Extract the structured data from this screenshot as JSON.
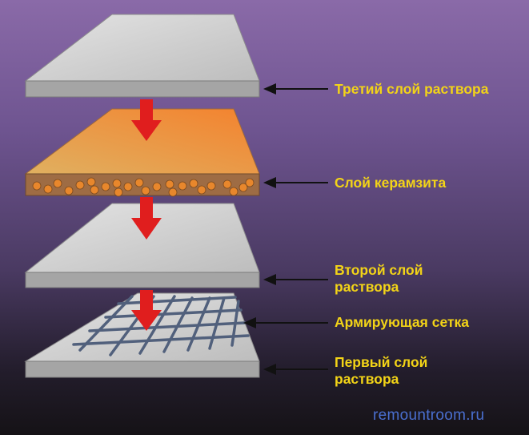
{
  "labels": {
    "third_mortar": "Третий слой раствора",
    "expanded_clay": "Слой керамзита",
    "second_mortar_line1": "Второй слой",
    "second_mortar_line2": "раствора",
    "reinforcing_mesh": "Армирующая сетка",
    "first_mortar_line1": "Первый слой",
    "first_mortar_line2": "раствора"
  },
  "watermark": "remountroom.ru",
  "colors": {
    "label_text": "#f3d417",
    "mortar_top": "#d2d2d2",
    "mortar_edge": "#9a9a9a",
    "clay_top": "#f08a35",
    "clay_edge": "#9c6a40",
    "clay_granule": "#e8872c",
    "mesh": "#4f5f7a",
    "flow_arrow": "#e02020",
    "pointer_arrow": "#111111",
    "watermark": "#4a6fd0"
  }
}
